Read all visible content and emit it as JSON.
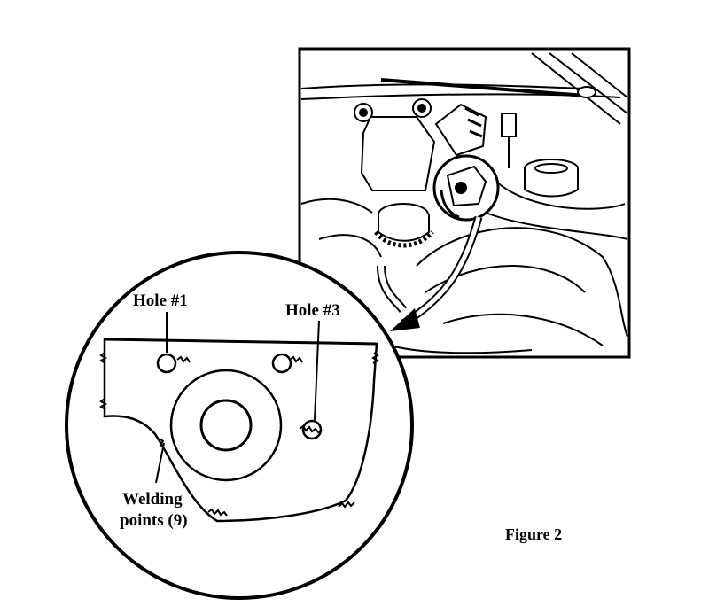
{
  "labels": {
    "hole1": "Hole #1",
    "hole3": "Hole #3",
    "welding_line1": "Welding",
    "welding_line2": "points (9)",
    "figure": "Figure 2"
  },
  "colors": {
    "ink": "#000000",
    "paper": "#ffffff"
  }
}
